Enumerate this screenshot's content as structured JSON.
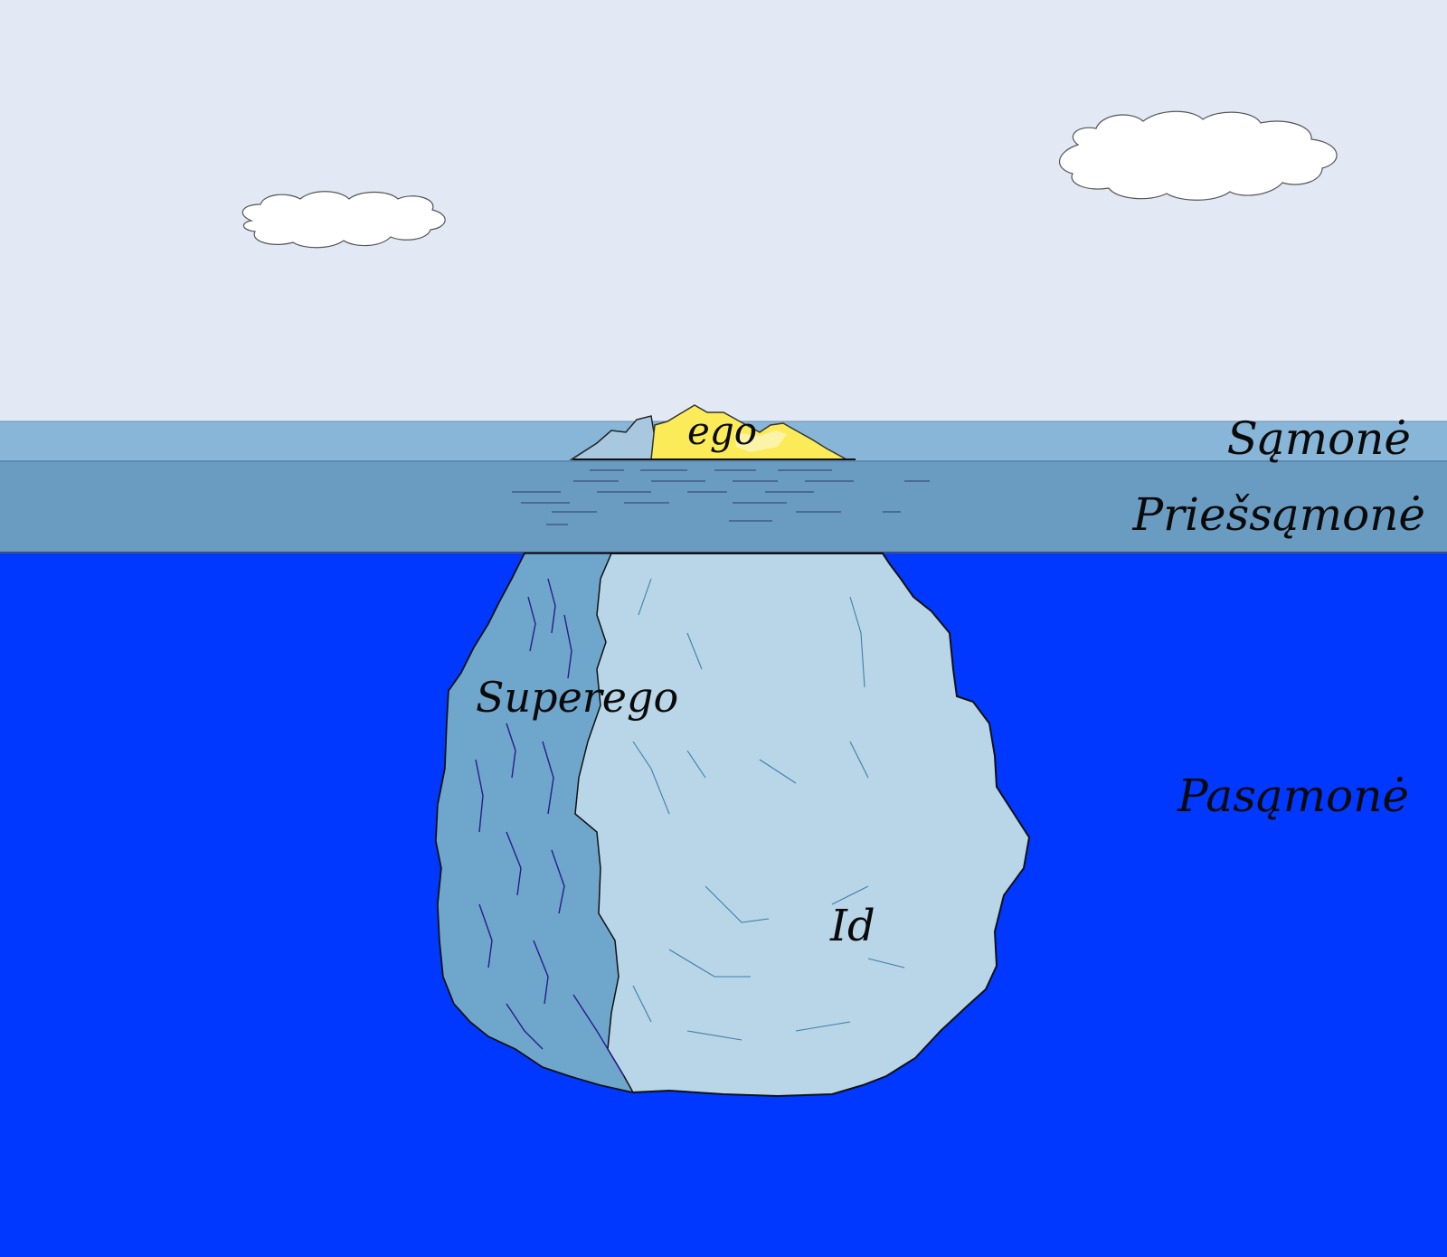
{
  "diagram": {
    "layers": {
      "conscious": "Sąmonė",
      "preconscious": "Priešsąmonė",
      "unconscious": "Pasąmonė"
    },
    "parts": {
      "ego": "ego",
      "superego": "Superego",
      "id": "Id"
    }
  },
  "colors": {
    "sky": "#e2e9f4",
    "surface_band": "#88b6d8",
    "preconscious_band": "#6a9cc2",
    "deep_water": "#0038ff",
    "iceberg_light": "#b8d6e8",
    "iceberg_shade": "#6fa6cc",
    "ego_tip": "#fbeb58",
    "cloud": "#ffffff",
    "outline": "#111111"
  },
  "icons": [
    "cloud-icon",
    "iceberg-icon"
  ]
}
